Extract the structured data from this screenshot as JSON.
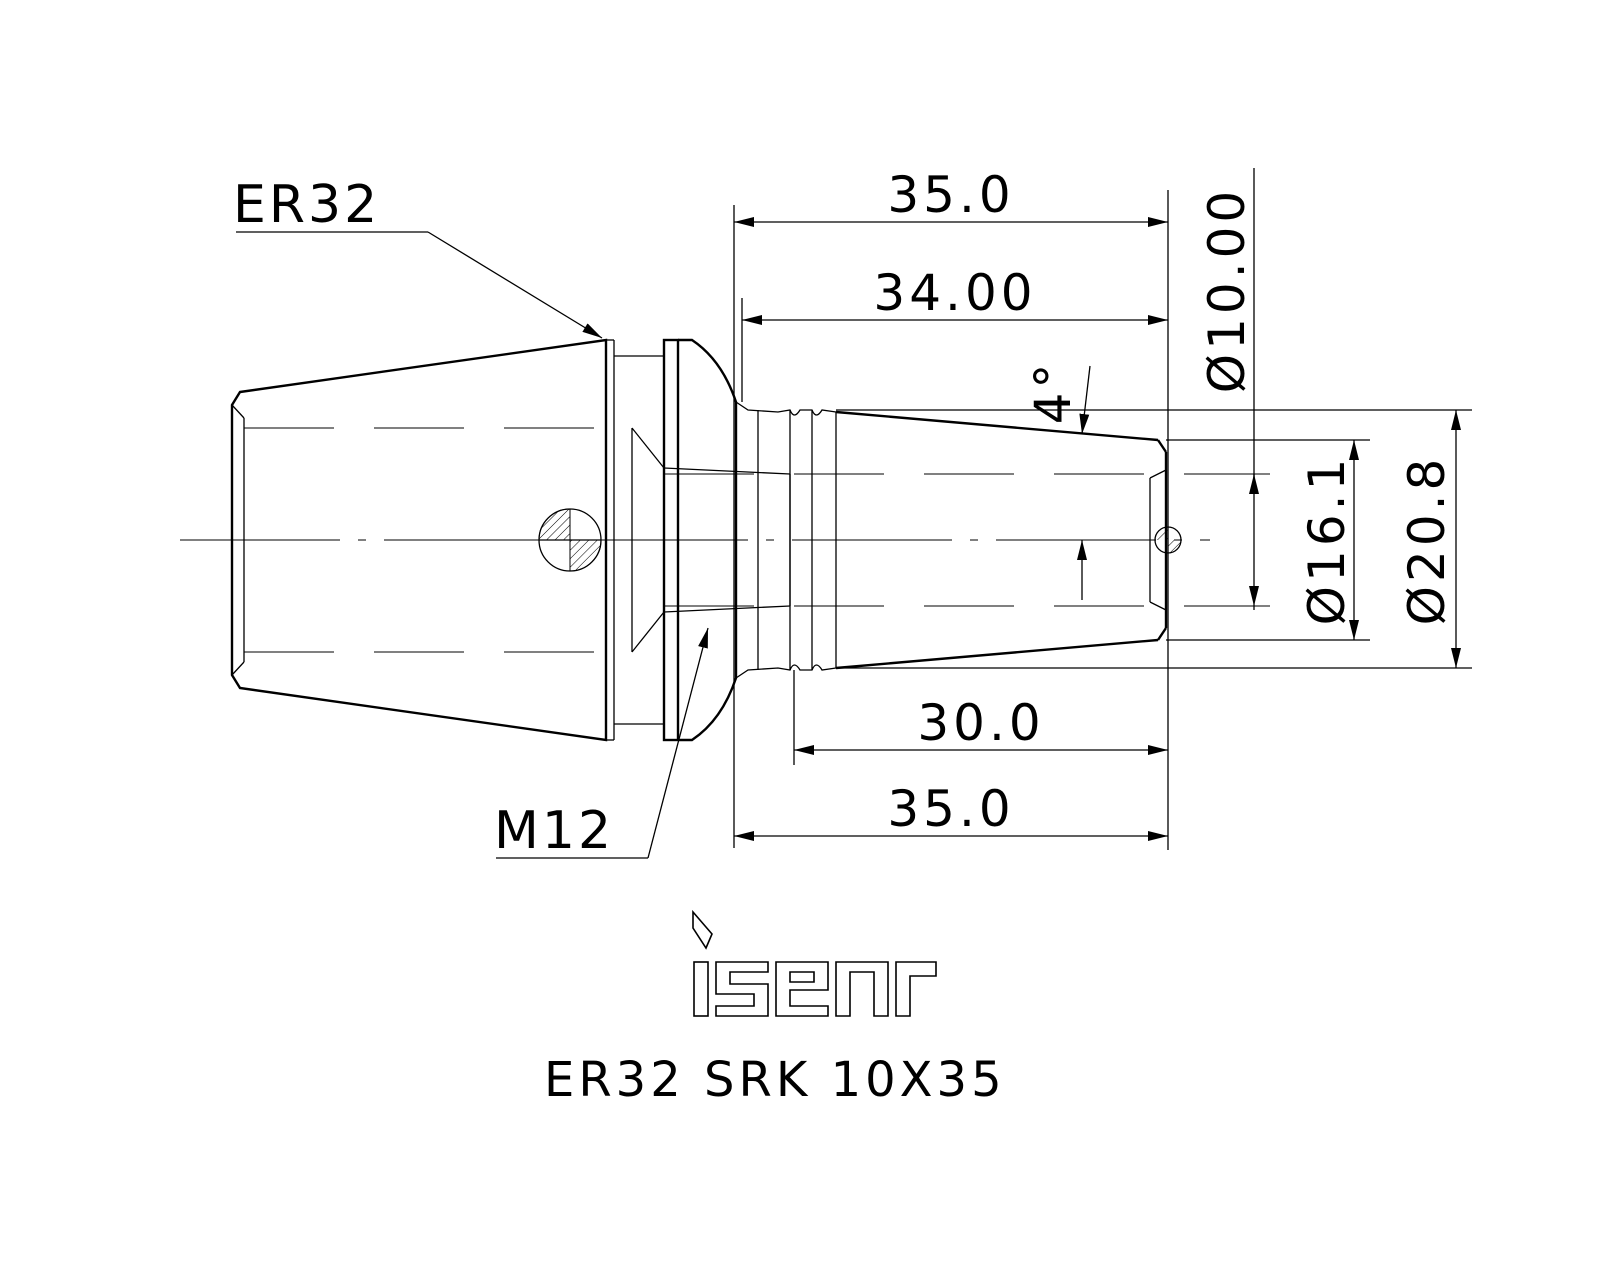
{
  "labels": {
    "collet": "ER32",
    "thread": "M12"
  },
  "dimensions": {
    "overall_top": "35.0",
    "shank_length": "34.00",
    "taper_length": "30.0",
    "overall_bottom": "35.0",
    "dia_small": "Ø10.00",
    "dia_mid": "Ø16.1",
    "dia_large": "Ø20.8",
    "angle": "4°"
  },
  "logo": {
    "name": "iscar-logo"
  },
  "part_number": "ER32  SRK  10X35"
}
